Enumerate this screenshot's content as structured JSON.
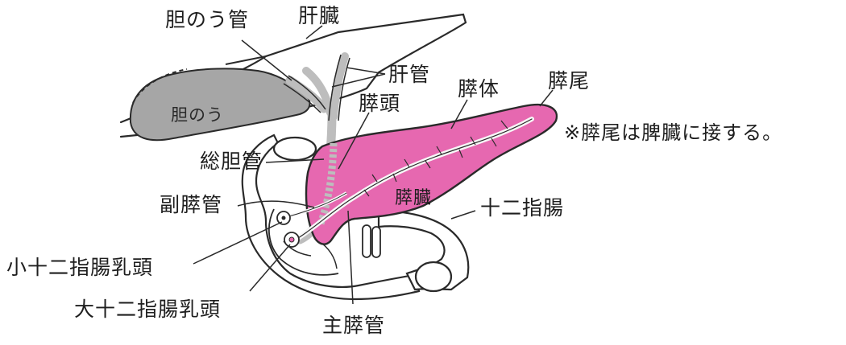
{
  "colors": {
    "pancreas": "#e668b0",
    "pancreas_edge": "#2a2a2a",
    "gallbladder": "#a6a6a6",
    "bile_duct": "#bdbdbd",
    "outline": "#2a2a2a",
    "duct_white": "#f7f7f7"
  },
  "labels": {
    "cystic_duct": "胆のう管",
    "liver": "肝臓",
    "hepatic_duct": "肝管",
    "gallbladder": "胆のう",
    "pancreas_head": "膵頭",
    "pancreas_body": "膵体",
    "pancreas_tail": "膵尾",
    "tail_note": "※膵尾は脾臓に接する。",
    "common_bile_duct": "総胆管",
    "pancreas": "膵臓",
    "accessory_duct": "副膵管",
    "duodenum": "十二指腸",
    "minor_papilla": "小十二指腸乳頭",
    "major_papilla": "大十二指腸乳頭",
    "main_duct": "主膵管"
  }
}
